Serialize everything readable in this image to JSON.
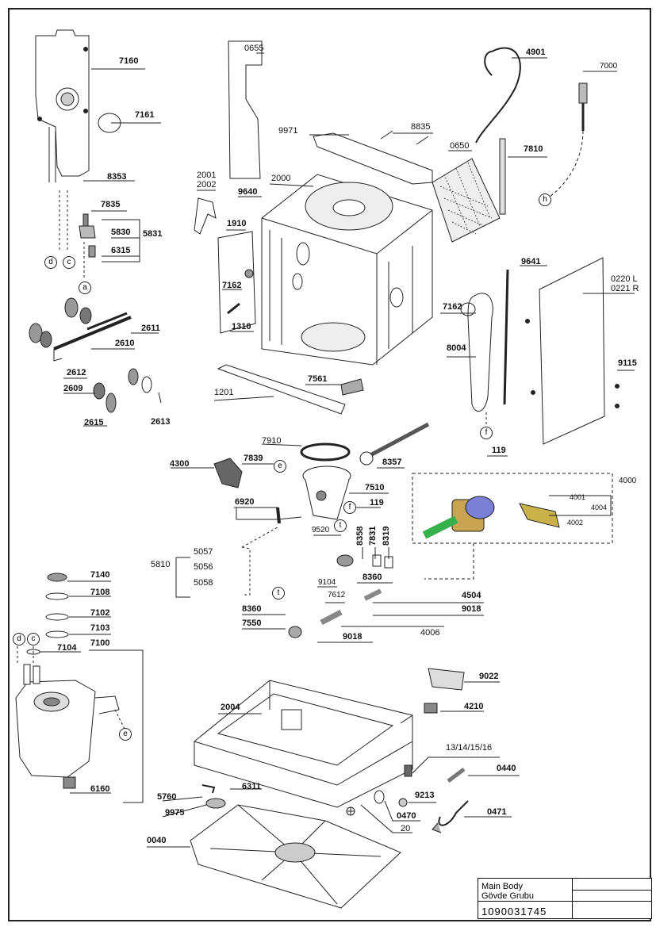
{
  "parts": {
    "p7160": "7160",
    "p7161": "7161",
    "p8353": "8353",
    "p7835": "7835",
    "p5830": "5830",
    "p5831": "5831",
    "p6315": "6315",
    "p0655": "0655",
    "p9971": "9971",
    "p8835": "8835",
    "p4901": "4901",
    "p7000": "7000",
    "p0650": "0650",
    "p7810": "7810",
    "p2001": "2001",
    "p2002": "2002",
    "p2000": "2000",
    "p9640": "9640",
    "p1910": "1910",
    "p7162a": "7162",
    "p1310": "1310",
    "p9641": "9641",
    "p0220": "0220 L",
    "p0221": "0221 R",
    "p7162b": "7162",
    "p8004": "8004",
    "p9115": "9115",
    "p119a": "119",
    "p2611": "2611",
    "p2610": "2610",
    "p2612": "2612",
    "p2609": "2609",
    "p2615": "2615",
    "p2613": "2613",
    "p7561": "7561",
    "p1201": "1201",
    "p7910": "7910",
    "p7839": "7839",
    "p4300": "4300",
    "p8357": "8357",
    "p7510": "7510",
    "p6920": "6920",
    "p119b": "119",
    "p9520": "9520",
    "p8358": "8358",
    "p7831": "7831",
    "p8319": "8319",
    "p4000": "4000",
    "p4001": "4001",
    "p4004": "4004",
    "p4002": "4002",
    "p5810": "5810",
    "p5057": "5057",
    "p5056": "5056",
    "p5058": "5058",
    "p8360a": "8360",
    "p9104": "9104",
    "p7612": "7612",
    "p4504": "4504",
    "p9018a": "9018",
    "p8360b": "8360",
    "p7550": "7550",
    "p9018b": "9018",
    "p4006": "4006",
    "p7140": "7140",
    "p7108": "7108",
    "p7102": "7102",
    "p7103": "7103",
    "p7104": "7104",
    "p7100": "7100",
    "p6160": "6160",
    "p9022": "9022",
    "p4210": "4210",
    "p2004": "2004",
    "p131416": "13/14/15/16",
    "p0440": "0440",
    "p9213": "9213",
    "p0470": "0470",
    "p0471": "0471",
    "p20": "20",
    "p5760": "5760",
    "p6311": "6311",
    "p9975": "9975",
    "p0040": "0040"
  },
  "callouts": {
    "a": "a",
    "c": "c",
    "d": "d",
    "e": "e",
    "f": "f",
    "h": "h",
    "t": "t"
  },
  "title_block": {
    "line1": "Main Body",
    "line2": "Gövde Grubu",
    "code": "1090031745"
  }
}
